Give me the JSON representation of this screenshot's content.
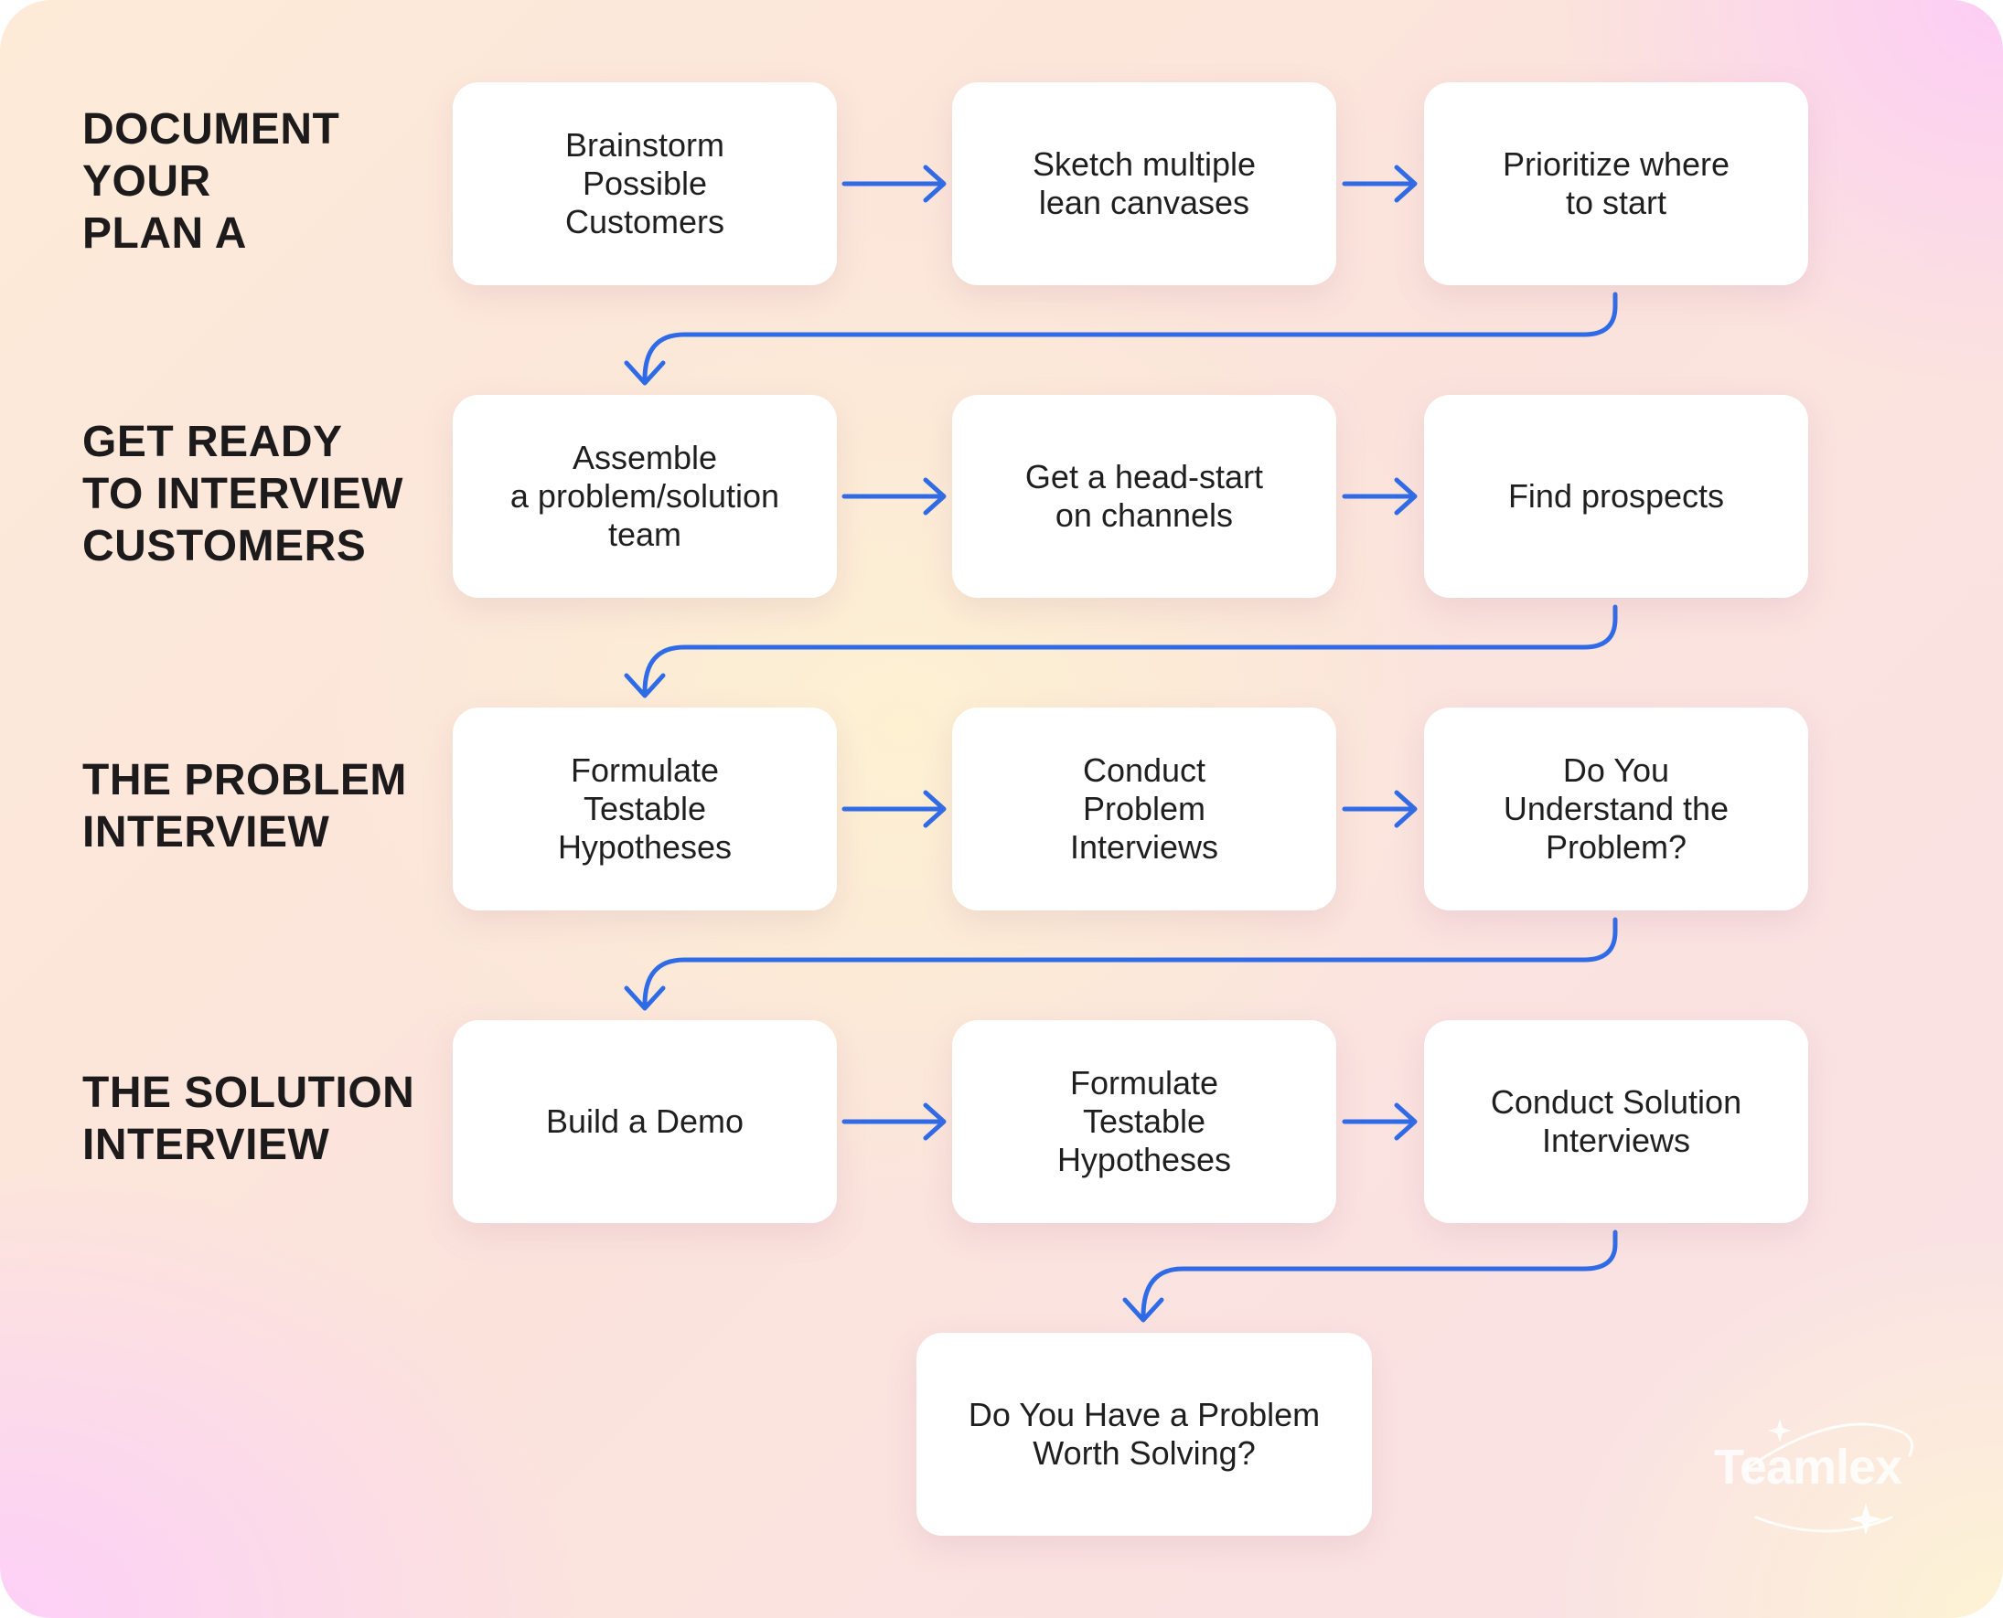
{
  "stages": [
    {
      "title": "DOCUMENT\nYOUR\nPLAN A",
      "steps": [
        "Brainstorm\nPossible\nCustomers",
        "Sketch multiple\nlean canvases",
        "Prioritize where\nto start"
      ]
    },
    {
      "title": "GET READY\nTO INTERVIEW\nCUSTOMERS",
      "steps": [
        "Assemble\na problem/solution\nteam",
        "Get a head-start\non channels",
        "Find prospects"
      ]
    },
    {
      "title": "THE PROBLEM\nINTERVIEW",
      "steps": [
        "Formulate\nTestable\nHypotheses",
        "Conduct\nProblem\nInterviews",
        "Do You\nUnderstand the\nProblem?"
      ]
    },
    {
      "title": "THE SOLUTION\nINTERVIEW",
      "steps": [
        "Build a Demo",
        "Formulate\nTestable\nHypotheses",
        "Conduct Solution\nInterviews"
      ]
    }
  ],
  "final_step": "Do You Have a Problem\nWorth Solving?",
  "logo": {
    "text": "Teamlex",
    "icon": "teamlex-logo"
  },
  "colors": {
    "arrow": "#2f6be6",
    "card": "#ffffff",
    "title": "#1d1a1c",
    "text": "#1f1f1f",
    "logo": "#ffffff"
  }
}
